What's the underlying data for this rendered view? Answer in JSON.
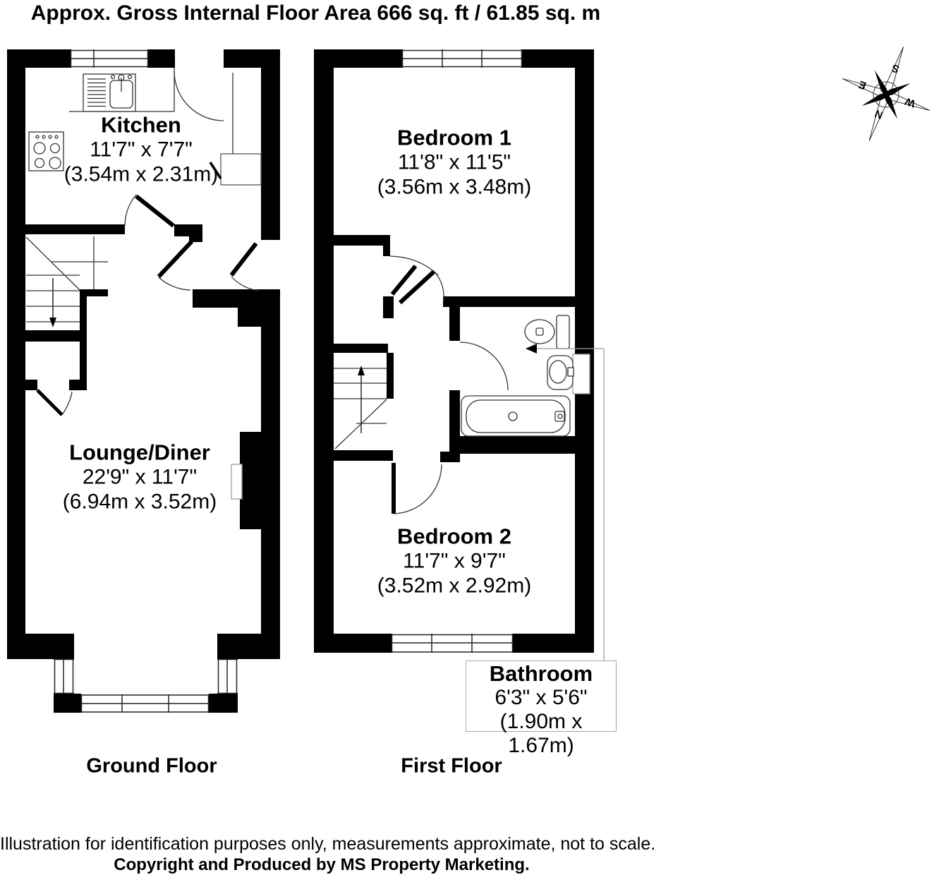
{
  "title": "Approx. Gross Internal Floor Area 666 sq. ft / 61.85 sq. m",
  "rooms": {
    "kitchen": {
      "name": "Kitchen",
      "imperial": "11'7\" x 7'7\"",
      "metric": "(3.54m x 2.31m)"
    },
    "lounge_diner": {
      "name": "Lounge/Diner",
      "imperial": "22'9\" x 11'7\"",
      "metric": "(6.94m x 3.52m)"
    },
    "bedroom1": {
      "name": "Bedroom 1",
      "imperial": "11'8\" x 11'5\"",
      "metric": "(3.56m x 3.48m)"
    },
    "bedroom2": {
      "name": "Bedroom 2",
      "imperial": "11'7\" x 9'7\"",
      "metric": "(3.52m x 2.92m)"
    },
    "bathroom": {
      "name": "Bathroom",
      "imperial": "6'3\" x 5'6\"",
      "metric": "(1.90m x 1.67m)"
    }
  },
  "floor_labels": {
    "ground": "Ground Floor",
    "first": "First Floor"
  },
  "compass": {
    "north": "N",
    "south": "S",
    "east": "E",
    "west": "W"
  },
  "footer": {
    "disclaimer": "Illustration for identification purposes only, measurements approximate, not to scale.",
    "copyright": "Copyright and Produced by MS Property Marketing."
  },
  "colors": {
    "walls": "#000000",
    "thin_lines": "#333333",
    "leader_line": "#999999"
  }
}
